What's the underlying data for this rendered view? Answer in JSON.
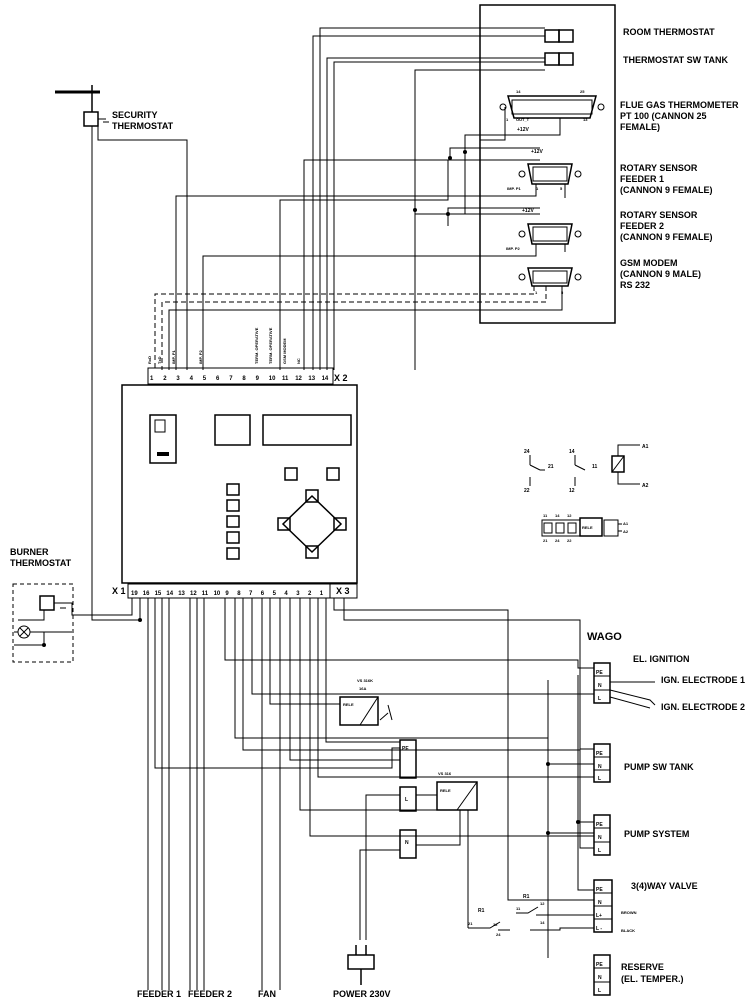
{
  "right_panel": {
    "room_thermostat": "ROOM THERMOSTAT",
    "thermostat_sw_tank": "THERMOSTAT SW TANK",
    "flue_gas": [
      "FLUE GAS THERMOMETER",
      "PT 100 (CANNON 25",
      "FEMALE)"
    ],
    "rotary_feeder1": [
      "ROTARY SENSOR",
      "FEEDER 1",
      "(CANNON 9 FEMALE)"
    ],
    "rotary_feeder2": [
      "ROTARY SENSOR",
      "FEEDER 2",
      "(CANNON 9 FEMALE)"
    ],
    "gsm_modem": [
      "GSM MODEM",
      "(CANNON 9 MALE)",
      "RS 232"
    ],
    "connector_pins": {
      "p14": "14",
      "p25": "25",
      "p1": "1",
      "p13": "13",
      "out_t": "OUT_T",
      "plus12v": "+12V",
      "imp_p1": "IMP. P1",
      "imp_p2": "IMP. P2",
      "pin1": "1",
      "pin5": "5"
    }
  },
  "left": {
    "security_thermostat": [
      "SECURITY",
      "THERMOSTAT"
    ],
    "burner_thermostat": [
      "BURNER",
      "THERMOSTAT"
    ]
  },
  "controller": {
    "x2_label": "X 2",
    "x1_label": "X 1",
    "x3_label": "X 3",
    "x2_pins": [
      "1",
      "2",
      "3",
      "4",
      "5",
      "6",
      "7",
      "8",
      "9",
      "10",
      "11",
      "12",
      "13",
      "14"
    ],
    "x2_signals": [
      "RxD",
      "TxD",
      "IMP. P1",
      "IMP. P2",
      "TERM. OPERATIVE",
      "TERM. OPERATIVE",
      "GSM MODEM",
      "NC"
    ],
    "x1_pins": [
      "19",
      "16",
      "15",
      "14",
      "13",
      "12",
      "11",
      "10",
      "9",
      "8",
      "7",
      "6",
      "5",
      "4",
      "3",
      "2",
      "1"
    ]
  },
  "relay": {
    "labels": {
      "r24": "24",
      "r21": "21",
      "r22": "22",
      "r14": "14",
      "r11": "11",
      "r12": "12",
      "a1": "A1",
      "a2": "A2"
    },
    "block_top": [
      "11",
      "14",
      "12"
    ],
    "block_bottom": [
      "21",
      "24",
      "22"
    ],
    "rele": "RELE"
  },
  "wiring": {
    "wago": "WAGO",
    "el_ignition": "EL. IGNITION",
    "ign_electrode1": "IGN. ELECTRODE 1",
    "ign_electrode2": "IGN. ELECTRODE 2",
    "pump_sw_tank": "PUMP SW TANK",
    "pump_system": "PUMP SYSTEM",
    "way_valve": "3(4)WAY VALVE",
    "brown": "BROWN",
    "black": "BLACK",
    "reserve": [
      "RESERVE",
      "(EL. TEMPER.)"
    ],
    "vs_rele1": [
      "VS 316K",
      "16A"
    ],
    "vs_rele2": "VS 316",
    "rele": "RELE",
    "term_pe": "PE",
    "term_n": "N",
    "term_l": "L",
    "term_lplus": "L+",
    "term_lminus": "L -",
    "r1": "R1",
    "pins_small": {
      "p21": "21",
      "p22": "22",
      "p24": "24",
      "p11": "11",
      "p12": "12",
      "p14": "14"
    }
  },
  "bottom": {
    "feeder1": "FEEDER 1",
    "feeder2": "FEEDER 2",
    "fan": "FAN",
    "power": "POWER 230V"
  }
}
